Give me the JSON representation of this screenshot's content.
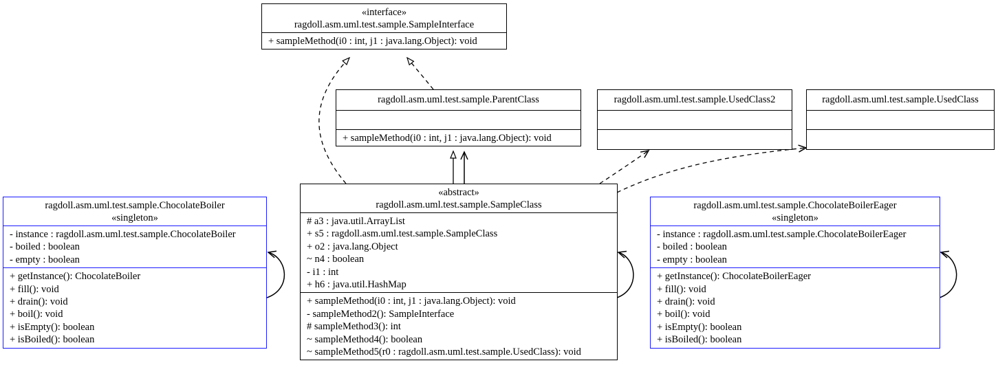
{
  "interface_box": {
    "stereotype": "«interface»",
    "name": "ragdoll.asm.uml.test.sample.SampleInterface",
    "methods": [
      "+ sampleMethod(i0 : int, j1 : java.lang.Object): void"
    ]
  },
  "parent_box": {
    "name": "ragdoll.asm.uml.test.sample.ParentClass",
    "methods": [
      "+ sampleMethod(i0 : int, j1 : java.lang.Object): void"
    ]
  },
  "used2_box": {
    "name": "ragdoll.asm.uml.test.sample.UsedClass2"
  },
  "used_box": {
    "name": "ragdoll.asm.uml.test.sample.UsedClass"
  },
  "sample_box": {
    "stereotype": "«abstract»",
    "name": "ragdoll.asm.uml.test.sample.SampleClass",
    "fields": [
      "# a3 : java.util.ArrayList",
      "+ s5 : ragdoll.asm.uml.test.sample.SampleClass",
      "+ o2 : java.lang.Object",
      "~ n4 : boolean",
      "- i1 : int",
      "+ h6 : java.util.HashMap"
    ],
    "methods": [
      "+ sampleMethod(i0 : int, j1 : java.lang.Object): void",
      "- sampleMethod2(): SampleInterface",
      "# sampleMethod3(): int",
      "~ sampleMethod4(): boolean",
      "~ sampleMethod5(r0 : ragdoll.asm.uml.test.sample.UsedClass): void"
    ]
  },
  "boiler_box": {
    "name": "ragdoll.asm.uml.test.sample.ChocolateBoiler",
    "stereotype": "«singleton»",
    "fields": [
      "- instance : ragdoll.asm.uml.test.sample.ChocolateBoiler",
      "- boiled : boolean",
      "- empty : boolean"
    ],
    "methods": [
      "+ getInstance(): ChocolateBoiler",
      "+ fill(): void",
      "+ drain(): void",
      "+ boil(): void",
      "+ isEmpty(): boolean",
      "+ isBoiled(): boolean"
    ]
  },
  "eager_box": {
    "name": "ragdoll.asm.uml.test.sample.ChocolateBoilerEager",
    "stereotype": "«singleton»",
    "fields": [
      "- instance : ragdoll.asm.uml.test.sample.ChocolateBoilerEager",
      "- boiled : boolean",
      "- empty : boolean"
    ],
    "methods": [
      "+ getInstance(): ChocolateBoilerEager",
      "+ fill(): void",
      "+ drain(): void",
      "+ boil(): void",
      "+ isEmpty(): boolean",
      "+ isBoiled(): boolean"
    ]
  },
  "colors": {
    "singleton_border": "#1a1aff",
    "default_border": "#000000"
  }
}
